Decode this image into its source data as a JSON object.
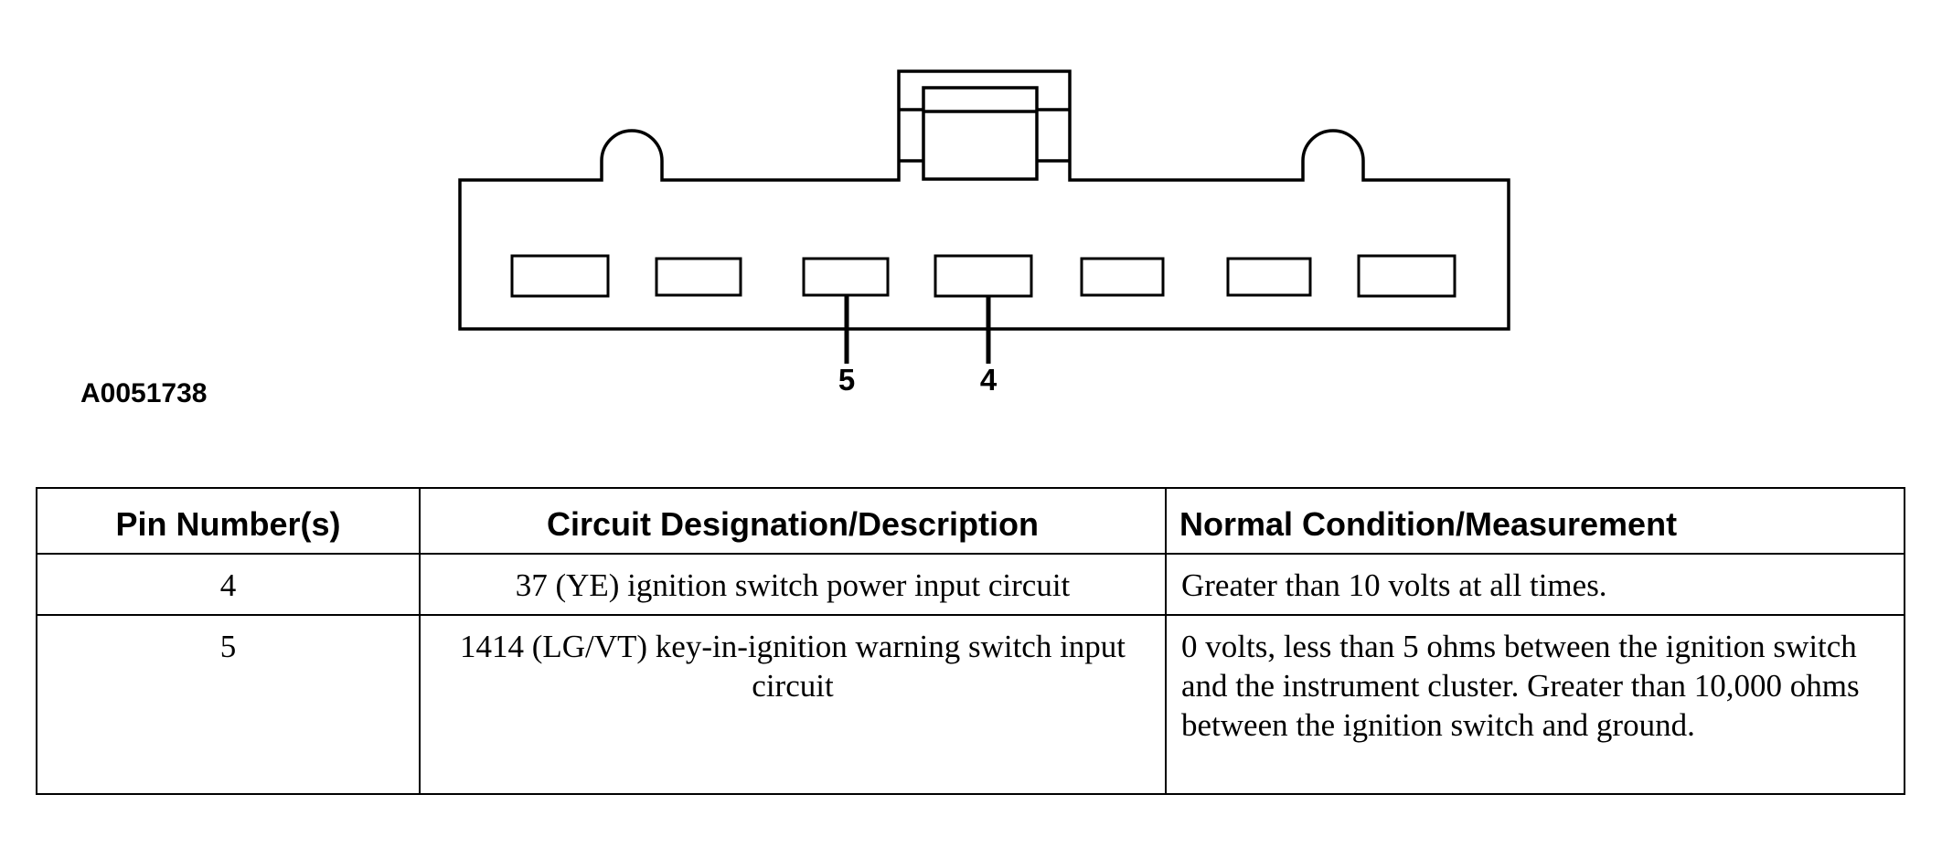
{
  "diagram": {
    "figure_id": "A0051738",
    "pin_labels": [
      {
        "label": "5",
        "terminal": 3
      },
      {
        "label": "4",
        "terminal": 4
      }
    ]
  },
  "table": {
    "headers": [
      "Pin Number(s)",
      "Circuit Designation/Description",
      "Normal Condition/Measurement"
    ],
    "rows": [
      {
        "pin": "4",
        "circuit": "37 (YE) ignition switch power input circuit",
        "measurement": "Greater than 10 volts at all times."
      },
      {
        "pin": "5",
        "circuit": "1414 (LG/VT) key-in-ignition warning switch input circuit",
        "measurement": "0 volts, less than 5 ohms between the ignition switch and the instrument cluster. Greater than 10,000 ohms between the ignition switch and ground."
      }
    ]
  }
}
